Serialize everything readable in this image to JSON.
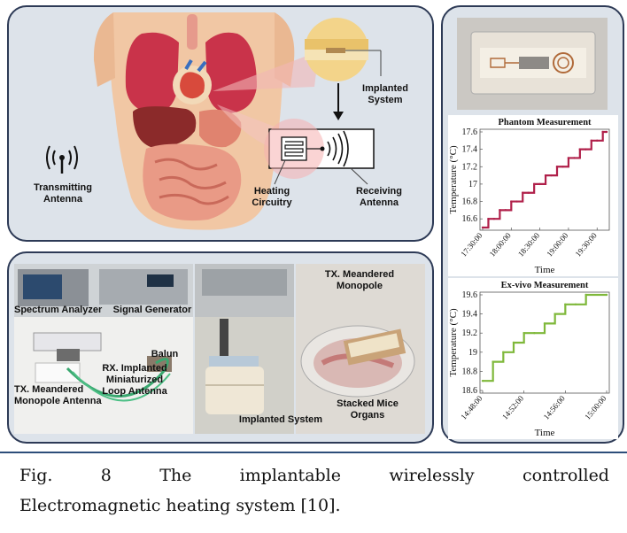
{
  "anatomy_labels": {
    "implanted_system": "Implanted System",
    "heating_circuitry": "Heating Circuitry",
    "receiving_antenna": "Receiving Antenna",
    "transmitting_antenna": "Transmitting Antenna"
  },
  "setup_labels": {
    "spectrum_analyzer": "Spectrum Analyzer",
    "signal_generator": "Signal Generator",
    "balun": "Balun",
    "rx_antenna": "RX. Implanted Miniaturized Loop Antenna",
    "tx_antenna": "TX. Meandered Monopole Antenna",
    "tx_monopole": "TX. Meandered Monopole",
    "implanted_system": "Implanted System",
    "stacked_organs": "Stacked Mice Organs"
  },
  "chart_data": [
    {
      "type": "line",
      "title": "Phantom Measurement",
      "xlabel": "Time",
      "ylabel": "Temperature (°C)",
      "color": "#b0204a",
      "ylim": [
        16.5,
        17.6
      ],
      "yticks": [
        "16.6",
        "16.8",
        "17",
        "17.2",
        "17.4",
        "17.6"
      ],
      "xticks": [
        "17:30:00",
        "18:00:00",
        "18:30:00",
        "19:00:00",
        "19:30:00"
      ],
      "x": [
        "17:30",
        "17:36",
        "17:42",
        "17:48",
        "17:54",
        "18:00",
        "18:06",
        "18:12",
        "18:18",
        "18:24",
        "18:30",
        "18:36",
        "18:42",
        "18:48",
        "18:54",
        "19:00",
        "19:06",
        "19:12",
        "19:18",
        "19:24",
        "19:30",
        "19:36",
        "19:40"
      ],
      "values": [
        16.5,
        16.6,
        16.6,
        16.7,
        16.7,
        16.8,
        16.8,
        16.9,
        16.9,
        17.0,
        17.0,
        17.1,
        17.1,
        17.2,
        17.2,
        17.3,
        17.3,
        17.4,
        17.4,
        17.5,
        17.5,
        17.6,
        17.6
      ]
    },
    {
      "type": "line",
      "title": "Ex-vivo Measurement",
      "xlabel": "Time",
      "ylabel": "Temperature (°C)",
      "color": "#7fb83a",
      "ylim": [
        18.6,
        19.6
      ],
      "yticks": [
        "18.6",
        "18.8",
        "19",
        "19.2",
        "19.4",
        "19.6"
      ],
      "xticks": [
        "14:48:00",
        "14:52:00",
        "14:56:00",
        "15:00:00"
      ],
      "x": [
        "14:48:00",
        "14:49:00",
        "14:50:00",
        "14:51:00",
        "14:52:00",
        "14:53:00",
        "14:54:00",
        "14:55:00",
        "14:56:00",
        "14:57:00",
        "14:58:00",
        "15:00:00"
      ],
      "values": [
        18.7,
        18.9,
        19.0,
        19.1,
        19.2,
        19.2,
        19.3,
        19.4,
        19.5,
        19.5,
        19.6,
        19.6
      ]
    }
  ],
  "caption": {
    "line1": [
      "Fig.",
      "8",
      "The",
      "implantable",
      "wirelessly",
      "controlled"
    ],
    "line2": "Electromagnetic heating system [10]."
  }
}
